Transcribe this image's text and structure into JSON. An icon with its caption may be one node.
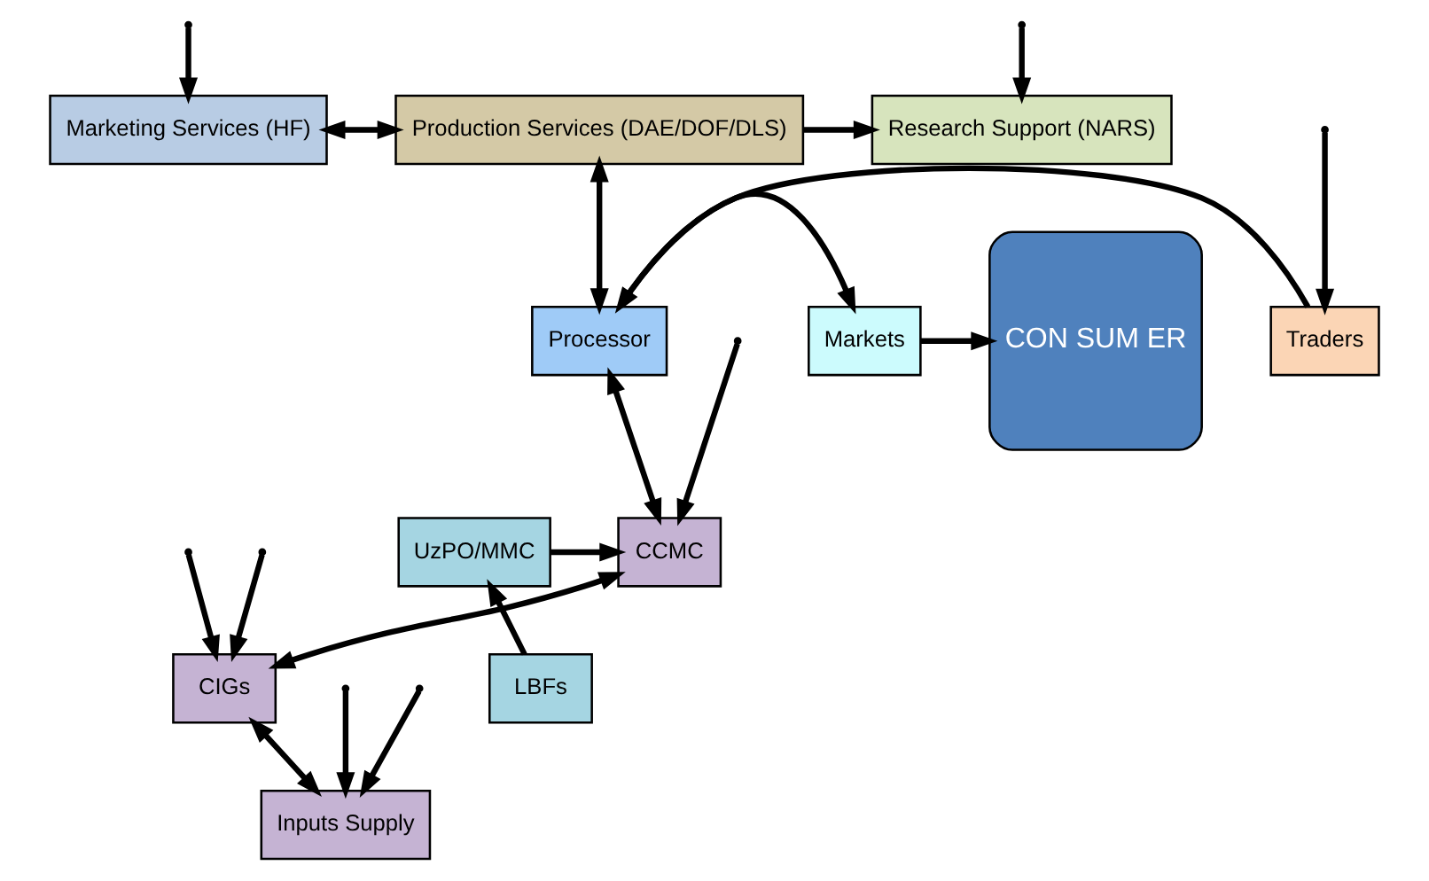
{
  "diagram": {
    "nodes": [
      {
        "text": [
          "Marketing Services (HF)"
        ]
      },
      {
        "text": [
          "Production Services (DAE/DOF/DLS)"
        ]
      },
      {
        "text": [
          "Research Support (NARS)"
        ]
      },
      {
        "text": [
          "Traders"
        ]
      },
      {
        "text": [
          "Processor"
        ]
      },
      {
        "text": [
          "Markets"
        ]
      },
      {
        "text": [
          "CON SUM ER"
        ]
      },
      {
        "text": [
          "CCMC"
        ]
      },
      {
        "text": [
          "UzPO/MMC"
        ]
      },
      {
        "text": [
          "LBFs"
        ]
      },
      {
        "text": [
          "CIGs"
        ]
      },
      {
        "text": [
          "Inputs Supply"
        ]
      }
    ],
    "edges": [
      {
        "from": 0,
        "to": 1,
        "arrow": "both"
      },
      {
        "from": 1,
        "to": 2,
        "arrow": "to"
      },
      {
        "from": 1,
        "to": 4,
        "arrow": "both"
      },
      {
        "from": 3,
        "to": 4,
        "arrow": "to"
      },
      {
        "from": 4,
        "to": 5,
        "arrow": "to"
      },
      {
        "from": 5,
        "to": 6,
        "arrow": "to"
      },
      {
        "from": 4,
        "to": 7,
        "arrow": "both"
      },
      {
        "from": 8,
        "to": 7,
        "arrow": "to"
      },
      {
        "from": 9,
        "to": 8,
        "arrow": "to"
      },
      {
        "from": 7,
        "to": 10,
        "arrow": "both"
      },
      {
        "from": 10,
        "to": 11,
        "arrow": "both"
      },
      {
        "from": null,
        "to": 0,
        "arrow": "to"
      },
      {
        "from": null,
        "to": 3,
        "arrow": "to"
      },
      {
        "from": null,
        "to": 7,
        "arrow": "to"
      },
      {
        "from": null,
        "to": 10,
        "arrow": "to"
      },
      {
        "from": null,
        "to": 11,
        "arrow": "to"
      },
      {
        "from": null,
        "to": 2,
        "arrow": "to"
      },
      {
        "from": null,
        "to": 10,
        "arrow": "to"
      },
      {
        "from": null,
        "to": 11,
        "arrow": "to"
      }
    ]
  }
}
